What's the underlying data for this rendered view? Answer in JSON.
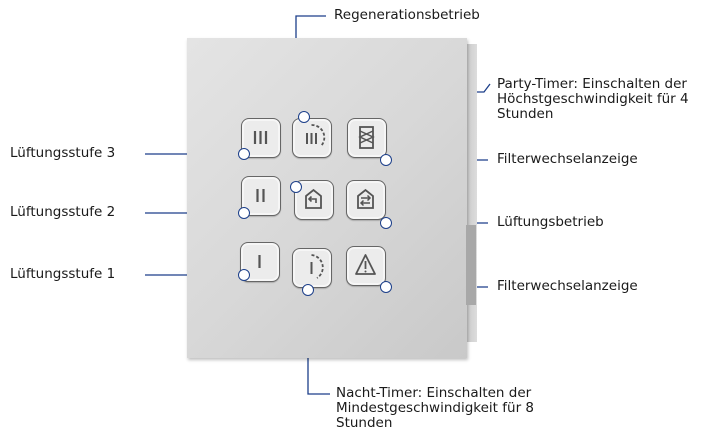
{
  "labels": {
    "regeneration": "Regenerationsbetrieb",
    "party_timer": "Party-Timer: Einschalten der\nHöchstgeschwindigkeit für 4\nStunden",
    "filter_top": "Filterwechselanzeige",
    "vent_mode": "Lüftungsbetrieb",
    "filter_bottom": "Filterwechselanzeige",
    "night_timer": "Nacht-Timer: Einschalten der\nMindestgeschwindigkeit für 8\nStunden",
    "level3": "Lüftungsstufe 3",
    "level2": "Lüftungsstufe 2",
    "level1": "Lüftungsstufe 1"
  },
  "keys": [
    {
      "name": "level3-button",
      "icon": "three-bars-icon"
    },
    {
      "name": "party-timer-button",
      "icon": "partial-circle-three-bars-icon"
    },
    {
      "name": "filter-change-button",
      "icon": "filter-icon"
    },
    {
      "name": "level2-button",
      "icon": "two-bars-icon"
    },
    {
      "name": "regeneration-button",
      "icon": "return-arrow-icon"
    },
    {
      "name": "vent-mode-button",
      "icon": "exchange-arrows-icon"
    },
    {
      "name": "level1-button",
      "icon": "one-bar-icon"
    },
    {
      "name": "night-timer-button",
      "icon": "partial-circle-one-bar-icon"
    },
    {
      "name": "warning-button",
      "icon": "warning-triangle-icon"
    }
  ],
  "colors": {
    "callout_line": "#1c3f8a",
    "key_border": "#666666"
  }
}
